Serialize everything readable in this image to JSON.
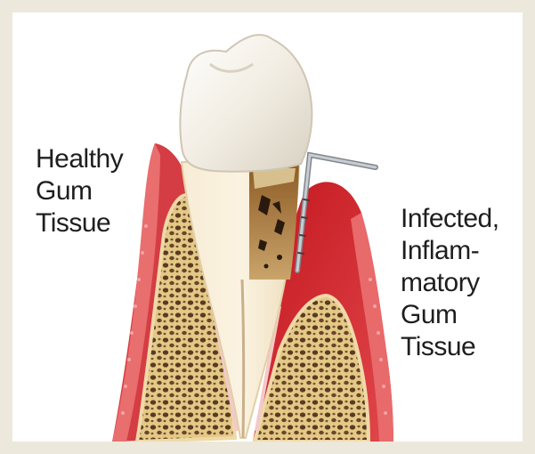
{
  "labels": {
    "healthy": [
      "Healthy",
      "Gum",
      "Tissue"
    ],
    "infected": [
      "Infected,",
      "Inflam-",
      "matory",
      "Gum",
      "Tissue"
    ]
  },
  "colors": {
    "background": "#ece9dc",
    "panel": "#ffffff",
    "gum_healthy": "#d33a3f",
    "gum_infected": "#c62026",
    "enamel": "#f3eee4",
    "bone": "#e6cf8e",
    "bone_pores": "#5a3a22",
    "root": "#f6ead2",
    "plaque": "#8a5a2a",
    "probe": "#b0b4b8"
  },
  "icons": [
    "tooth-crown-icon",
    "periodontal-probe-icon"
  ]
}
